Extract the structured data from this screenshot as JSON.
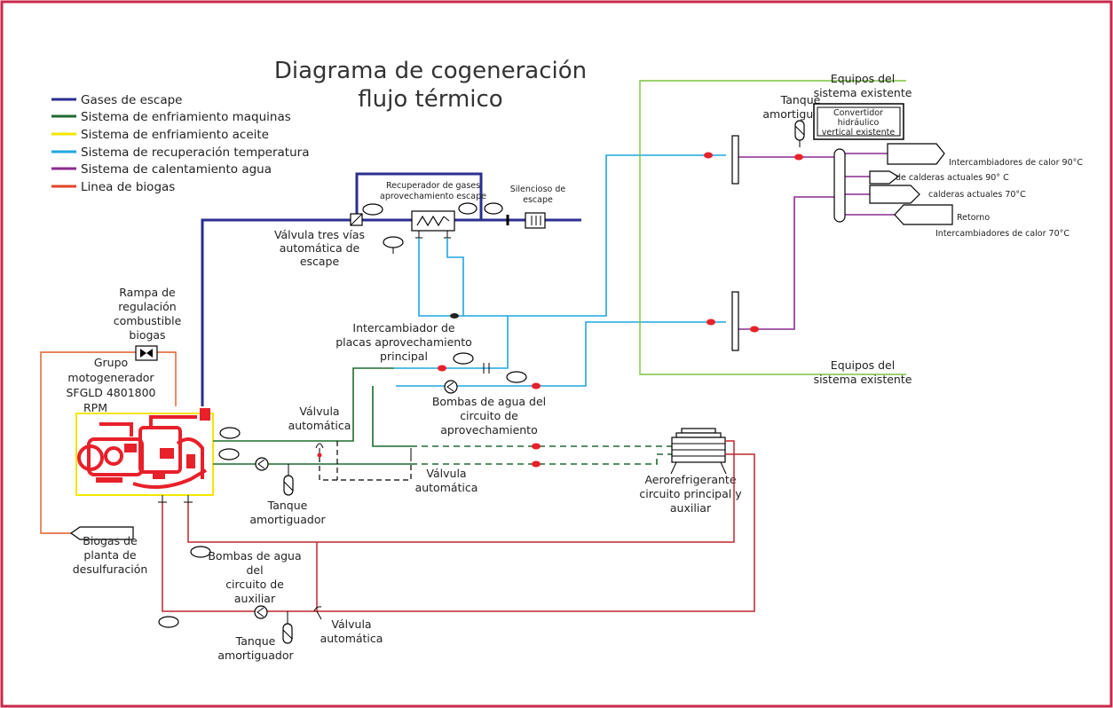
{
  "title": {
    "line1": "Diagrama de cogeneración",
    "line2": "flujo térmico"
  },
  "colors": {
    "gases": "#2b2f8f",
    "enfriamiento_maquinas": "#1e6b2e",
    "enfriamiento_aceite": "#f2e600",
    "recuperacion": "#1ea7e1",
    "calentamiento": "#8a2b8f",
    "biogas": "#e0452a",
    "frame": "#c8284a",
    "equipos": "#7dc242",
    "aux": "#c1272d"
  },
  "legend": [
    {
      "label": "Gases de escape",
      "color": "#2b2f8f"
    },
    {
      "label": "Sistema de enfriamiento maquinas",
      "color": "#1e6b2e"
    },
    {
      "label": "Sistema de enfriamiento aceite",
      "color": "#f2e600"
    },
    {
      "label": "Sistema de recuperación temperatura",
      "color": "#1ea7e1"
    },
    {
      "label": "Sistema de calentamiento agua",
      "color": "#8a2b8f"
    },
    {
      "label": "Linea de biogas",
      "color": "#e0452a"
    }
  ],
  "labels": {
    "equipos_top": [
      "Equipos del",
      "sistema existente"
    ],
    "tanque_top": [
      "Tanque",
      "amortiguador"
    ],
    "convertidor": [
      "Convertidor",
      "hidráulico",
      "vertical existente"
    ],
    "intercambiadores_90": "Intercambiadores de calor 90°C",
    "calderas_90": "de calderas actuales 90° C",
    "calderas_70": "calderas actuales 70°C",
    "retorno": "Retorno",
    "intercambiadores_70": "Intercambiadores de calor 70°C",
    "recuperador": [
      "Recuperador de gases",
      "aprovechamiento escape"
    ],
    "silencioso": [
      "Silencioso de",
      "escape"
    ],
    "valvula_tres_vias": [
      "Válvula tres vías",
      "automática de",
      "escape"
    ],
    "rampa": [
      "Rampa de",
      "regulación",
      "combustible",
      "biogas"
    ],
    "grupo": [
      "Grupo",
      "motogenerador",
      "SFGLD 4801800",
      "RPM"
    ],
    "intercambiador_placas": [
      "Intercambiador de",
      "placas aprovechamiento",
      "principal"
    ],
    "equipos_bottom": [
      "Equipos del",
      "sistema existente"
    ],
    "bombas_aprov": [
      "Bombas de agua del",
      "circuito de",
      "aprovechamiento"
    ],
    "valvula_auto_1": [
      "Válvula",
      "automática"
    ],
    "valvula_auto_2": [
      "Válvula",
      "automática"
    ],
    "tanque_mid": [
      "Tanque",
      "amortiguador"
    ],
    "aerorefrigerante": [
      "Aerorefrigerante",
      "circuito principal y",
      "auxiliar"
    ],
    "biogas_planta": [
      "Biogas de",
      "planta de",
      "desulfuración"
    ],
    "bombas_aux": [
      "Bombas de agua",
      "del",
      "circuito de",
      "auxiliar"
    ],
    "valvula_auto_3": [
      "Válvula",
      "automática"
    ],
    "tanque_bottom": [
      "Tanque",
      "amortiguador"
    ]
  }
}
